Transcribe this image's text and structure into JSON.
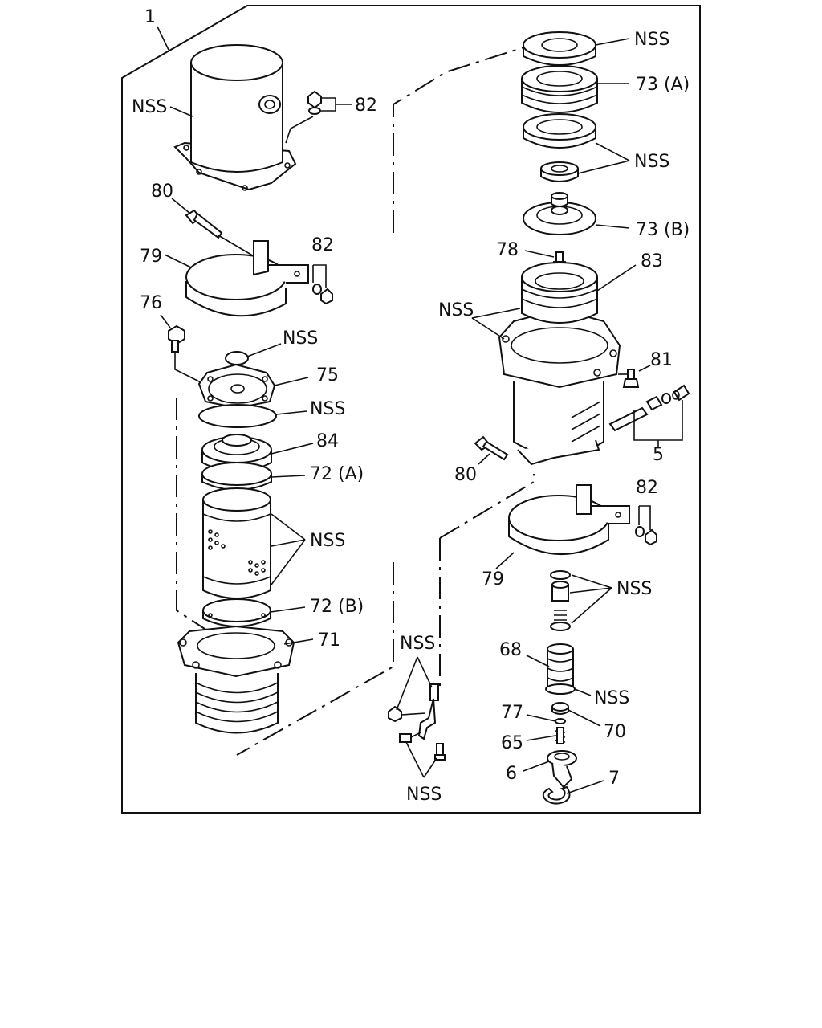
{
  "diagram": {
    "callouts": {
      "assembly": "1",
      "cover_nss": "NSS",
      "nut_82_top": "82",
      "bolt_80_left": "80",
      "band_79_left": "79",
      "nut_82_left": "82",
      "bolt_76": "76",
      "cap_nss": "NSS",
      "plate_75": "75",
      "gasket_nss_left": "NSS",
      "ring_84": "84",
      "ring_72a": "72 (A)",
      "element_nss": "NSS",
      "ring_72b": "72 (B)",
      "case_71": "71",
      "seal_nss_top": "NSS",
      "seal_73a": "73 (A)",
      "spacer_nss": "NSS",
      "plate_73b": "73 (B)",
      "plug_78": "78",
      "head_83": "83",
      "head_nss": "NSS",
      "bolt_81": "81",
      "sensor_5": "5",
      "bolt_80_right": "80",
      "nut_82_right": "82",
      "band_79_right": "79",
      "orings_nss": "NSS",
      "valve_68": "68",
      "valve_nss": "NSS",
      "washer_77": "77",
      "seat_70": "70",
      "spring_65": "65",
      "drain_6": "6",
      "snapring_7": "7",
      "harness_nss_top": "NSS",
      "harness_nss_bottom": "NSS"
    }
  }
}
